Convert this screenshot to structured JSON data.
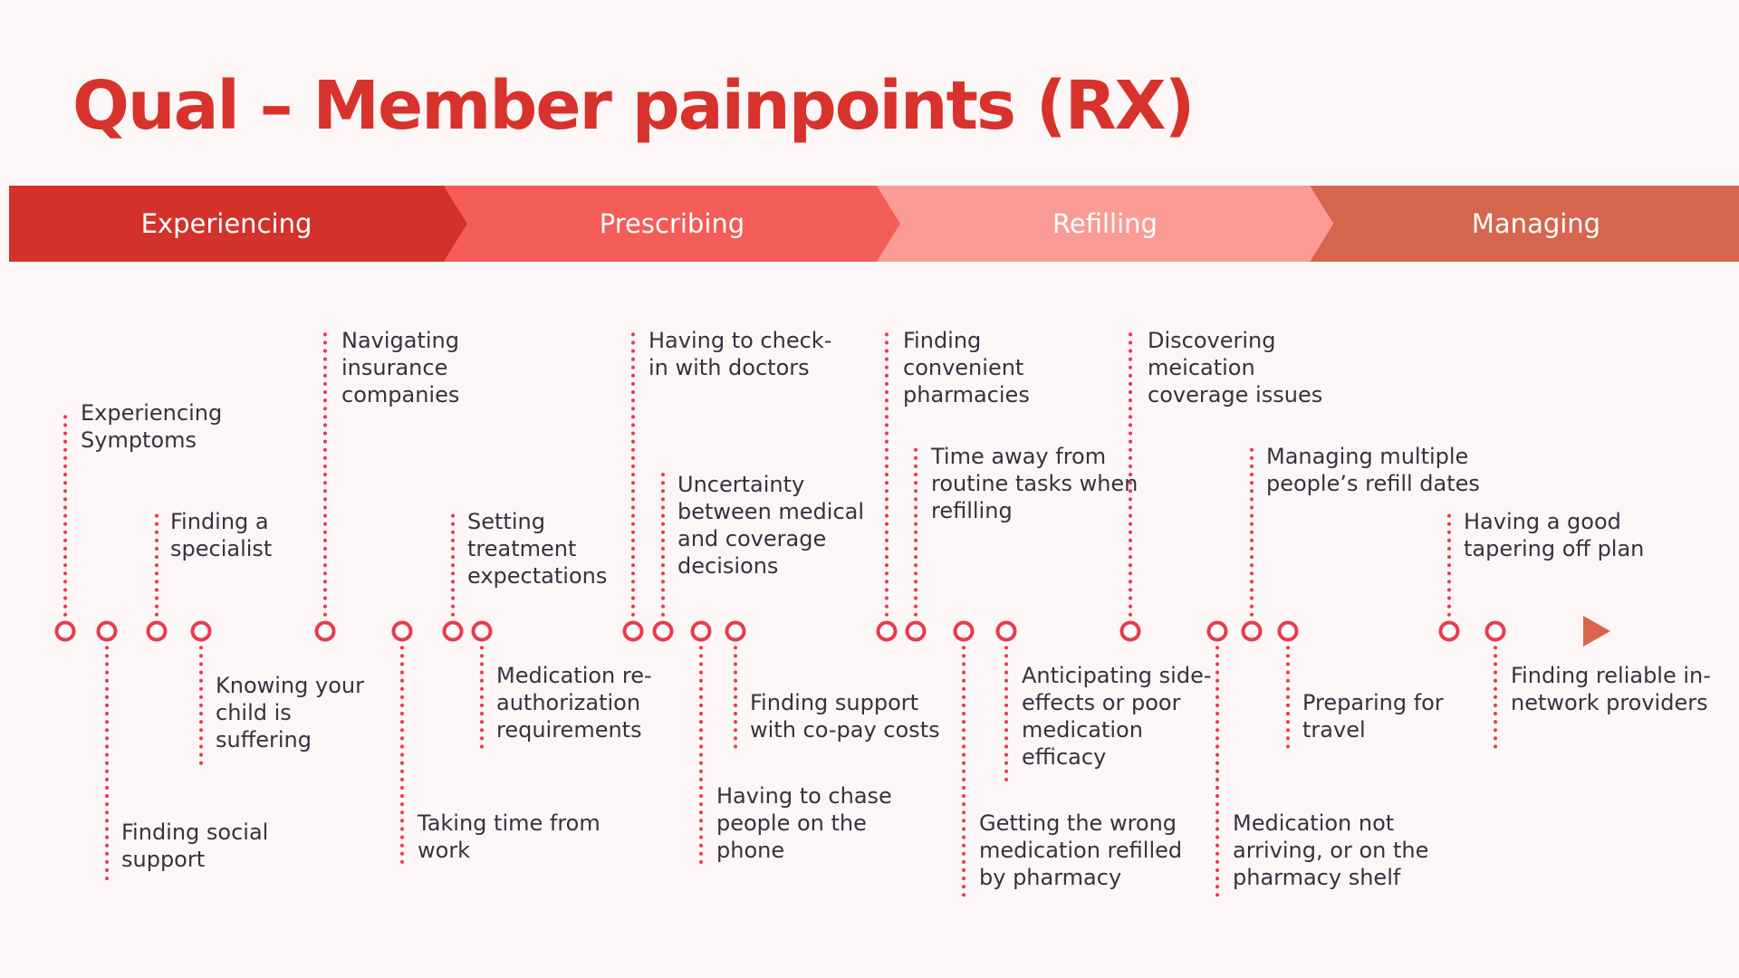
{
  "title": "Qual – Member painpoints (RX)",
  "colors": {
    "background": "#fdf6f6",
    "title": "#d7322b",
    "stage_experiencing": "#d3322a",
    "stage_prescribing": "#f45c57",
    "stage_refilling": "#fb9b95",
    "stage_managing": "#d6654d",
    "timeline_start": "#e71c3c",
    "timeline_end": "#d6654d",
    "marker": "#e83b4f",
    "text": "#333340"
  },
  "stages": [
    {
      "label": "Experiencing"
    },
    {
      "label": "Prescribing"
    },
    {
      "label": "Refilling"
    },
    {
      "label": "Managing"
    }
  ],
  "painpoints": [
    {
      "text": "Experiencing\nSymptoms"
    },
    {
      "text": "Finding social\nsupport"
    },
    {
      "text": "Finding a\nspecialist"
    },
    {
      "text": "Knowing your\nchild is\nsuffering"
    },
    {
      "text": "Navigating\ninsurance\ncompanies"
    },
    {
      "text": "Taking time from\nwork"
    },
    {
      "text": "Setting\ntreatment\nexpectations"
    },
    {
      "text": "Medication re-\nauthorization\nrequirements"
    },
    {
      "text": "Having to check-\nin with doctors"
    },
    {
      "text": "Uncertainty\nbetween medical\nand coverage\ndecisions"
    },
    {
      "text": "Having to chase\npeople on the\nphone"
    },
    {
      "text": "Finding support\nwith co-pay costs"
    },
    {
      "text": "Finding\nconvenient\npharmacies"
    },
    {
      "text": "Time away from\nroutine tasks when\nrefilling"
    },
    {
      "text": "Getting the wrong\nmedication refilled\nby pharmacy"
    },
    {
      "text": "Anticipating side-\neffects or poor\nmedication\nefficacy"
    },
    {
      "text": "Discovering\nmeication\ncoverage issues"
    },
    {
      "text": "Medication not\narriving, or on the\npharmacy shelf"
    },
    {
      "text": "Managing multiple\npeople’s refill dates"
    },
    {
      "text": "Preparing for\ntravel"
    },
    {
      "text": "Having a good\ntapering off plan"
    },
    {
      "text": "Finding reliable in-\nnetwork providers"
    }
  ]
}
